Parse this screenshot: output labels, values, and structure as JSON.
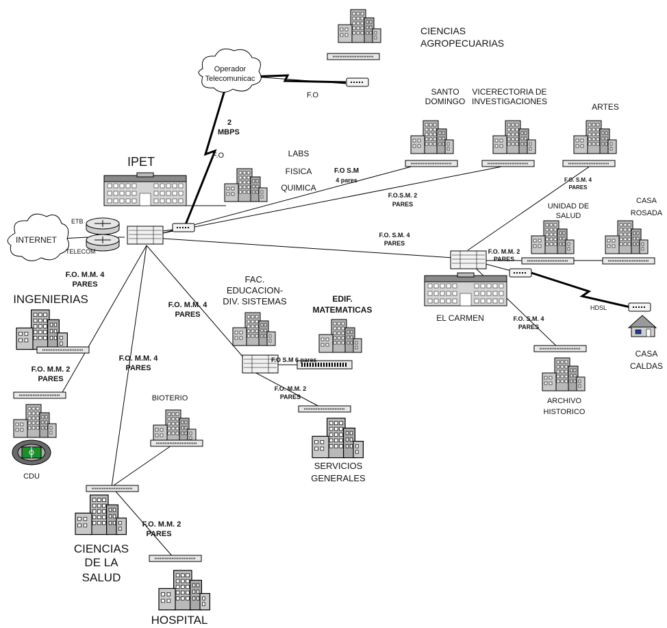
{
  "sites": {
    "agropecuarias": [
      "CIENCIAS",
      "AGROPECUARIAS"
    ],
    "operador": [
      "Operador",
      "Telecomunicac"
    ],
    "santo_domingo": [
      "SANTO",
      "DOMINGO"
    ],
    "vicerectoria": [
      "VICERECTORIA DE",
      "INVESTIGACIONES"
    ],
    "artes": "ARTES",
    "ipet": "IPET",
    "labs": [
      "LABS",
      "FISICA",
      "QUIMICA"
    ],
    "internet": "INTERNET",
    "etb": "ETB",
    "telecom": "TELECOM",
    "unidad_salud": [
      "UNIDAD DE",
      "SALUD"
    ],
    "casa_rosada": [
      "CASA",
      "ROSADA"
    ],
    "el_carmen": "EL CARMEN",
    "casa_caldas": [
      "CASA",
      "CALDAS"
    ],
    "archivo": [
      "ARCHIVO",
      "HISTORICO"
    ],
    "ingenierias": "INGENIERIAS",
    "fac_educacion": [
      "FAC.",
      "EDUCACION-",
      "DIV. SISTEMAS"
    ],
    "edif_matematicas": [
      "EDIF.",
      "MATEMATICAS"
    ],
    "cdu": "CDU",
    "bioterio": "BIOTERIO",
    "servicios": [
      "SERVICIOS",
      "GENERALES"
    ],
    "ciencias_salud": [
      "CIENCIAS",
      "DE LA",
      "SALUD"
    ],
    "hospital": "HOSPITAL"
  },
  "links": {
    "fo_agro": "F.O",
    "mbps": [
      "2",
      "MBPS"
    ],
    "fo_ipet": "F.O",
    "fosm_4": [
      "F.O S.M",
      "4 pares"
    ],
    "fosm_2": [
      "F.O.S.M. 2",
      "PARES"
    ],
    "fosm_artes": [
      "F.O. S.M. 4",
      "PARES"
    ],
    "fosm_carmen": [
      "F.O. S.M. 4",
      "PARES"
    ],
    "fomm_unidad": [
      "F.O. M.M. 2",
      "PARES"
    ],
    "hdsl": "HDSL",
    "fosm_archivo": [
      "F.O. S.M. 4",
      "PARES"
    ],
    "fomm_ing": [
      "F.O. M.M. 4",
      "PARES"
    ],
    "fomm_fac": [
      "F.O. M.M. 4",
      "PARES"
    ],
    "fomm_cdu": [
      "F.O. M.M. 2",
      "PARES"
    ],
    "fomm_salud": [
      "F.O. M.M. 4",
      "PARES"
    ],
    "fosm_mat": "F.O S.M 6 pares",
    "fomm_serv": [
      "F.O. M.M. 2",
      "PARES"
    ],
    "fomm_hosp": [
      "F.O. M.M. 2",
      "PARES"
    ]
  }
}
